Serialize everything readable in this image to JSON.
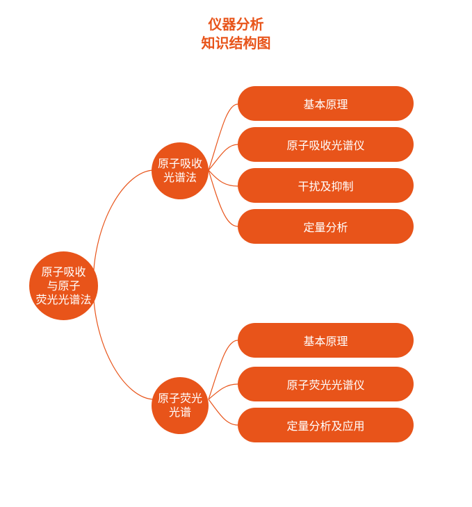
{
  "title": {
    "line1": "仪器分析",
    "line2": "知识结构图"
  },
  "colors": {
    "accent": "#E8541A",
    "line": "#E8541A"
  },
  "root": {
    "line1": "原子吸收",
    "line2": "与原子",
    "line3": "荧光光谱法"
  },
  "branches": [
    {
      "line1": "原子吸收",
      "line2": "光谱法",
      "leaves": [
        "基本原理",
        "原子吸收光谱仪",
        "干扰及抑制",
        "定量分析"
      ]
    },
    {
      "line1": "原子荧光",
      "line2": "光谱",
      "leaves": [
        "基本原理",
        "原子荧光光谱仪",
        "定量分析及应用"
      ]
    }
  ]
}
